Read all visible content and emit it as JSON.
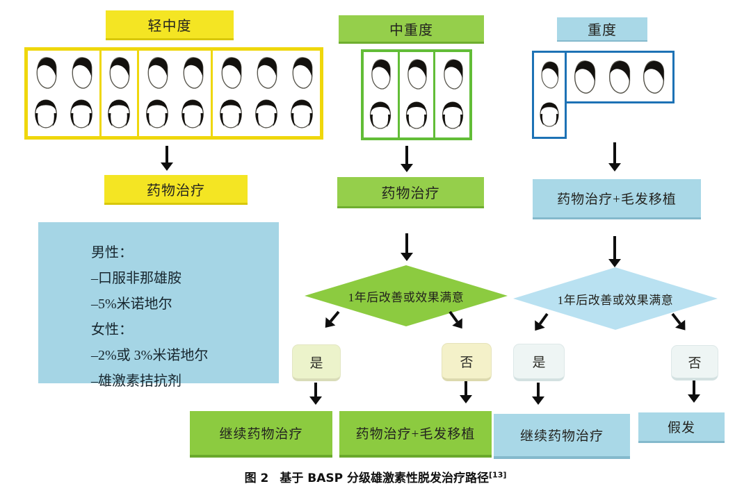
{
  "figure": {
    "caption_label": "图 2",
    "caption_text": "基于 BASP 分级雄激素性脱发治疗路径",
    "caption_ref": "[13]"
  },
  "severity_labels": {
    "mild": "轻中度",
    "moderate": "中重度",
    "severe": "重度"
  },
  "treatment_boxes": {
    "mild": "药物治疗",
    "moderate": "药物治疗",
    "severe": "药物治疗+毛发移植"
  },
  "medication_info": {
    "lines": [
      "男性：",
      "–口服非那雄胺",
      "–5%米诺地尔",
      "女性：",
      "–2%或 3%米诺地尔",
      "–雄激素拮抗剂"
    ]
  },
  "decisions": {
    "moderate": "1年后改善或效果满意",
    "severe": "1年后改善或效果满意"
  },
  "branch_labels": {
    "yes": "是",
    "no": "否"
  },
  "outcomes": {
    "moderate_yes": "继续药物治疗",
    "moderate_no": "药物治疗+毛发移植",
    "severe_yes": "继续药物治疗",
    "severe_no": "假发"
  },
  "head_panels": {
    "mild": {
      "groups": [
        2,
        1,
        2,
        3
      ],
      "rows": [
        "side",
        "top"
      ]
    },
    "moderate": {
      "groups": [
        1,
        1,
        1
      ],
      "rows": [
        "side",
        "top"
      ]
    },
    "severe": {
      "left_column_rows": [
        "side",
        "top"
      ],
      "top_row_heads": 3
    }
  },
  "icons": {
    "head_side": "side-view-head-icon",
    "head_top": "top-view-head-icon",
    "arrow": "arrow-down-icon"
  },
  "colors": {
    "mild_yellow": "#f4e523",
    "moderate_green": "#95cf4b",
    "outcome_green": "#8ccb40",
    "severe_blue": "#a9d8e7",
    "info_blue": "#a5d5e5",
    "diamond_green": "#8ccb40",
    "diamond_blue": "#b9e1f1",
    "yes_chip_green": "#ecf3cb",
    "no_chip_yellow": "#f4f1c9",
    "chip_blue": "#eef5f4",
    "border_yellow": "#efd70c",
    "border_green": "#62bd37",
    "border_blue": "#1d72b5",
    "arrow_black": "#0e0e0e"
  }
}
